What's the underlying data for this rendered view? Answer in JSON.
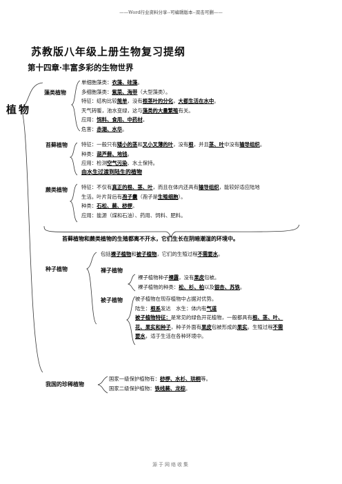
{
  "header_note": "——Word行业资料分享--可编辑版本--双击可删——",
  "title": "苏教版八年级上册生物复习提纲",
  "chapter": "第十四章·丰富多彩的生物世界",
  "plants_label": "植物",
  "algae": {
    "label": "藻类植物",
    "lines": [
      [
        "单细胞藻类：",
        "衣藻、硅藻",
        "。"
      ],
      [
        "多细胞藻类：",
        "紫菜、海带",
        "（大型藻类）。"
      ],
      [
        "特征：结构比较",
        "简单",
        "，没有",
        "根茎叶的分化",
        "，",
        "大都生活在水中",
        "。"
      ],
      [
        "天气转暖，池水变绿，这与",
        "藻类的大量繁殖",
        "有关。"
      ],
      [
        "应用：",
        "饵料、食用、中药材",
        "。"
      ],
      [
        "危害：",
        "赤潮、水华",
        "。"
      ]
    ]
  },
  "moss": {
    "label": "苔藓植物",
    "lines": [
      [
        "特征：一般只有",
        "矮小的茎",
        "和",
        "叉小叉薄的叶",
        "，没有",
        "根",
        "，并且",
        "茎、叶",
        "中没有",
        "输导组织",
        "。"
      ],
      [
        "种类：",
        "葫芦藓、地钱",
        "。"
      ],
      [
        "应用：检测",
        "空气污染",
        "、水土保持。"
      ]
    ],
    "highlight": "由水生过渡到陆生的植物"
  },
  "fern": {
    "label": "蕨类植物",
    "lines": [
      [
        "特征：不仅有",
        "真正的根、茎、叶",
        "，而且在体内还具有",
        "输导组织",
        "，能较好适应陆地"
      ],
      [
        "生活。叶片背后有",
        "孢子囊",
        "（孢子是",
        "生殖细胞",
        "）。"
      ],
      [
        "种类：",
        "石松、蕨、桫椤",
        "。"
      ],
      [
        "应用：能源（煤和石油）、药用、饲料、肥料。"
      ]
    ]
  },
  "summary": "苔藓植物和蕨类植物的生殖都离不开水，它们生长在阴暗潮湿的环境中。",
  "seed": {
    "label": "种子植物",
    "intro": [
      "包括",
      "裸子植物",
      "和",
      "被子植物",
      "，它们的生殖过程",
      "不需要水",
      "。"
    ],
    "gymno": {
      "label": "裸子植物",
      "lines": [
        [
          "裸子植物种子",
          "裸露",
          "，没有",
          "果皮",
          "包被。"
        ],
        [
          "裸子植物的种类：",
          "松、杉、柏",
          "以及",
          "银杏、苏铁",
          "。"
        ]
      ]
    },
    "angio": {
      "label": "被子植物",
      "lines": [
        [
          "被子植物在现存植物中占据对优势。"
        ],
        [
          "陆生：",
          "根系",
          "发达　水生：体内有",
          "气道"
        ],
        [
          "被子植物特征：",
          "是常见的绿色开花植物，一般都具有",
          "根、茎、叶、"
        ],
        [
          "花、果实和种子",
          "，种子外面有",
          "果皮",
          "包被形成的",
          "果实",
          "。生殖过程",
          "不需"
        ],
        [
          "要水",
          "，适于生活在各种环境中。"
        ]
      ]
    }
  },
  "rare": {
    "label": "我国的珍稀植物",
    "lines": [
      [
        "国家一级保护植物有：",
        "桫椤、水杉、珙桐",
        "等。"
      ],
      [
        "国家二级保护植物：",
        "铁线蕨、龙棕",
        "。"
      ]
    ]
  },
  "footer": "源于网络收集"
}
